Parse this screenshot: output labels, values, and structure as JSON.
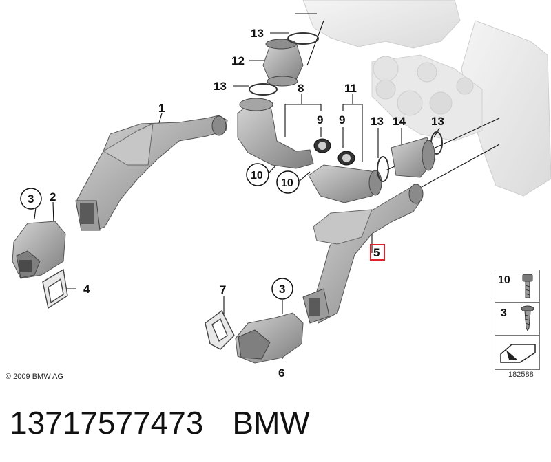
{
  "callouts": {
    "c1": "1",
    "c2": "2",
    "c3a": "3",
    "c3b": "3",
    "c4": "4",
    "c5": "5",
    "c6": "6",
    "c7": "7",
    "c8": "8",
    "c9a": "9",
    "c9b": "9",
    "c10a": "10",
    "c10b": "10",
    "c11": "11",
    "c12": "12",
    "c13a": "13",
    "c13b": "13",
    "c13c": "13",
    "c13d": "13",
    "c14": "14"
  },
  "legend": {
    "item_top": "10",
    "item_mid": "3"
  },
  "copyright": "© 2009 BMW AG",
  "reference_number": "182588",
  "caption": {
    "part_number": "13717577473",
    "brand": "BMW"
  },
  "colors": {
    "part_fill": "#b9b9b9",
    "part_dark": "#7d7d7d",
    "part_light": "#d8d8d8",
    "engine_fill": "#e6e6e6",
    "highlight_box": "#e0212b",
    "line": "#111111"
  }
}
